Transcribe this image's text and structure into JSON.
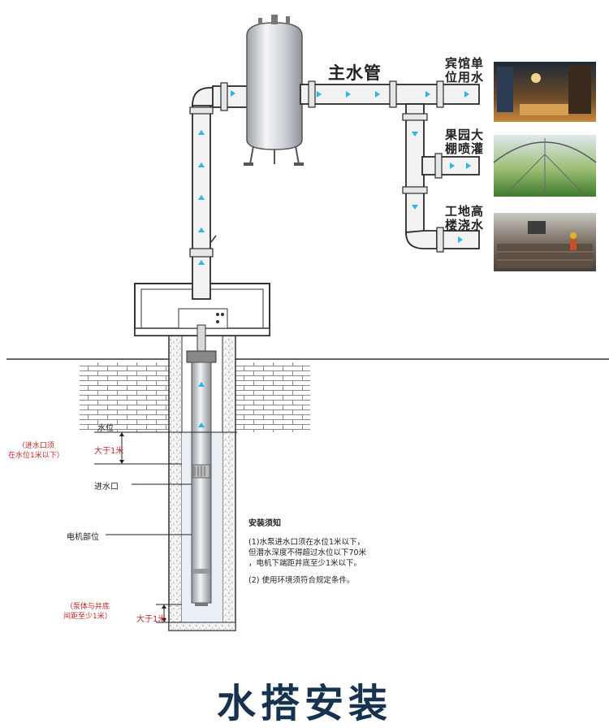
{
  "main_pipe_label": "主水管",
  "applications": [
    {
      "label": "宾馆单位用水",
      "icon": "hotel-lobby-photo"
    },
    {
      "label": "果园大棚喷灌",
      "icon": "greenhouse-photo"
    },
    {
      "label": "工地高楼浇水",
      "icon": "construction-site-photo"
    }
  ],
  "well_labels": {
    "water_level": "水位",
    "greater_1m_top": "大于1米",
    "inlet": "进水口",
    "motor": "电机部位",
    "greater_1m_bottom": "大于1米"
  },
  "red_notes": {
    "inlet_note": "（进水口须\n在水位1米以下）",
    "bottom_note": "（泵体与井底\n间距至少1米）"
  },
  "install_notes": {
    "title": "安装须知",
    "item1": "(1)水泵进水口须在水位1米以下，\n但潜水深度不得超过水位以下70米\n，电机下端距井底至少1米以下。",
    "item2": "(2) 使用环境须符合规定条件。"
  },
  "bottom_title": "水搭安装",
  "colors": {
    "pipe_fill": "#f2f2f2",
    "pipe_stroke": "#2b2b2b",
    "flow_arrow": "#29b6e8",
    "water": "#d9e6f0",
    "note_red": "#c62828"
  }
}
